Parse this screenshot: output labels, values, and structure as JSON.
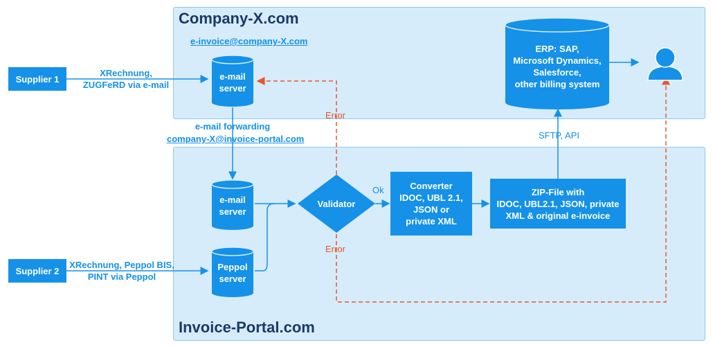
{
  "company_panel": {
    "title": "Company-X.com",
    "email_address": "e-invoice@company-X.com"
  },
  "portal_panel": {
    "title": "Invoice-Portal.com"
  },
  "supplier1": {
    "label": "Supplier 1",
    "channel": "XRechnung,\nZUGFeRD via e-mail"
  },
  "supplier2": {
    "label": "Supplier 2",
    "channel": "XRechnung, Peppol BIS,\nPINT via Peppol"
  },
  "company_email_server": {
    "label": "e-mail\nserver"
  },
  "forwarding": {
    "label": "e-mail forwarding",
    "address": "company-X@invoice-portal.com"
  },
  "portal_email_server": {
    "label": "e-mail\nserver"
  },
  "peppol_server": {
    "label": "Peppol\nserver"
  },
  "validator": {
    "label": "Validator",
    "ok_label": "Ok",
    "error_label_top": "Error",
    "error_label_bottom": "Error"
  },
  "converter": {
    "label": "Converter\nIDOC, UBL 2.1,\nJSON   or\nprivate XML"
  },
  "zip": {
    "label": "ZIP-File  with\nIDOC, UBL2.1, JSON, private\nXML & original e-invoice"
  },
  "erp": {
    "label": "ERP: SAP,\nMicrosoft Dynamics,\nSalesforce,\nother billing system"
  },
  "transfer": {
    "label": "SFTP, API"
  },
  "colors": {
    "accent": "#1591e8",
    "error": "#e8572f",
    "panel_bg": "#d6ecfa",
    "title": "#1a3a66"
  },
  "icons": {
    "user": "user-icon"
  }
}
